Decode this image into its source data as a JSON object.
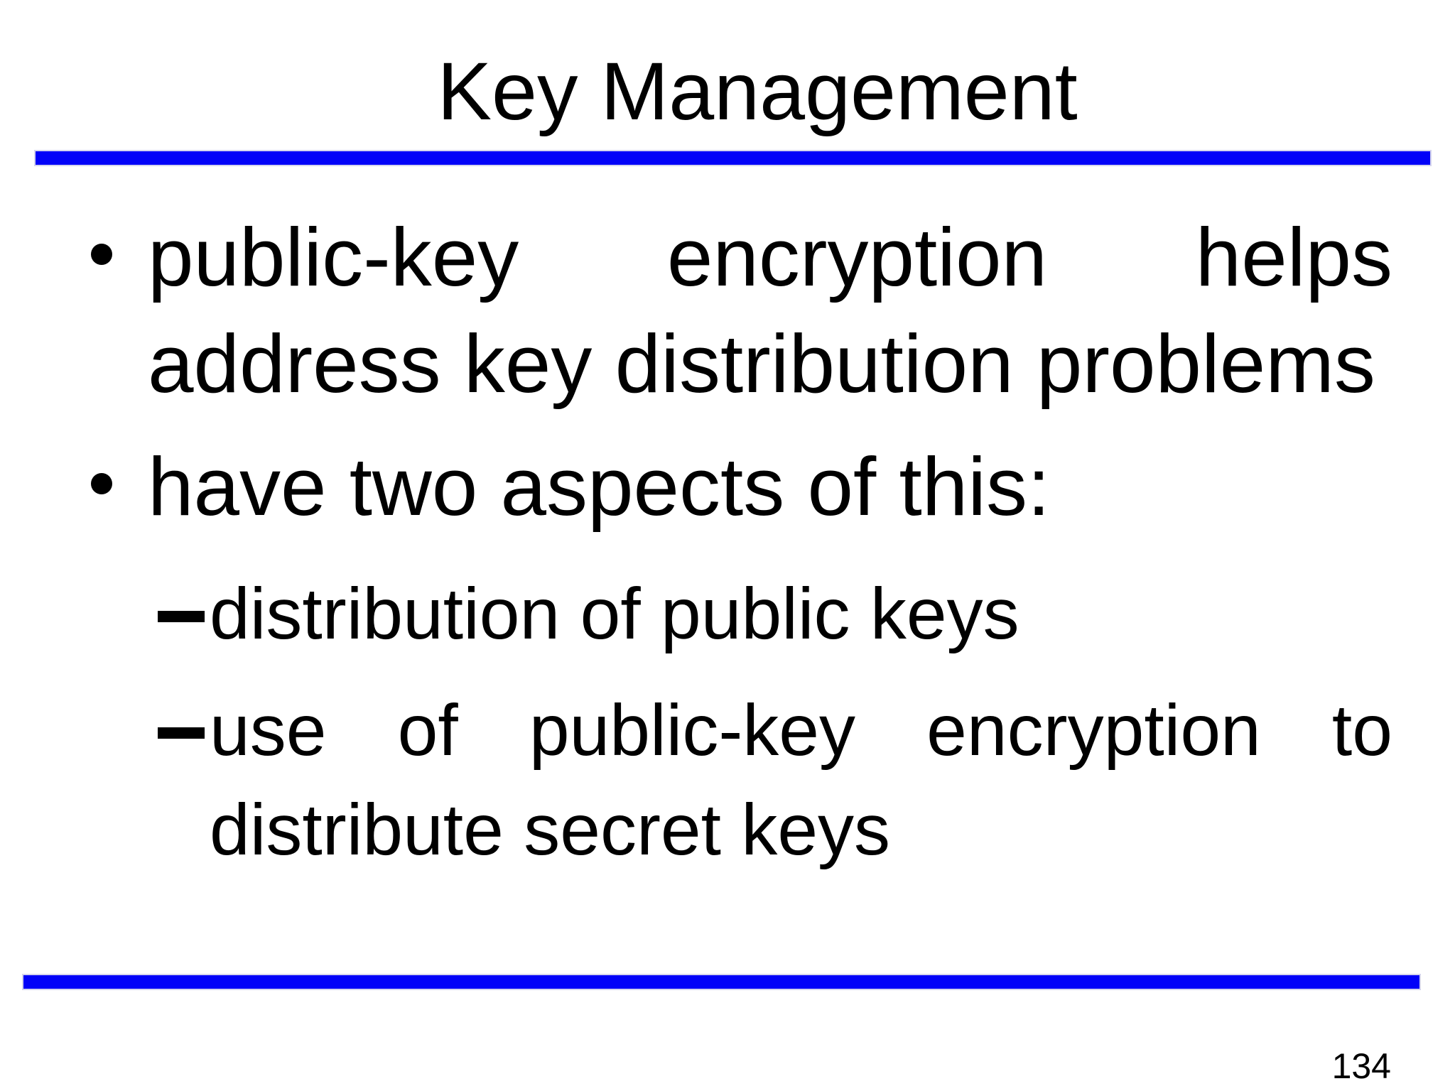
{
  "slide": {
    "title": "Key Management",
    "page_number": "134",
    "accent_color": "#0202f8",
    "text_color": "#000000",
    "background_color": "#ffffff"
  },
  "bullets": [
    {
      "level": 1,
      "marker": "dot",
      "lines": [
        {
          "text": "public-key encryption helps",
          "justify": true
        },
        {
          "text": "address key distribution problems",
          "justify": false
        }
      ]
    },
    {
      "level": 1,
      "marker": "dot",
      "lines": [
        {
          "text": "have two aspects of this:",
          "justify": false
        }
      ]
    },
    {
      "level": 2,
      "marker": "dash",
      "lines": [
        {
          "text": "distribution of public keys",
          "justify": false
        }
      ]
    },
    {
      "level": 2,
      "marker": "dash",
      "lines": [
        {
          "text": "use of public-key encryption to",
          "justify": true
        },
        {
          "text": "distribute secret keys",
          "justify": false
        }
      ]
    }
  ]
}
